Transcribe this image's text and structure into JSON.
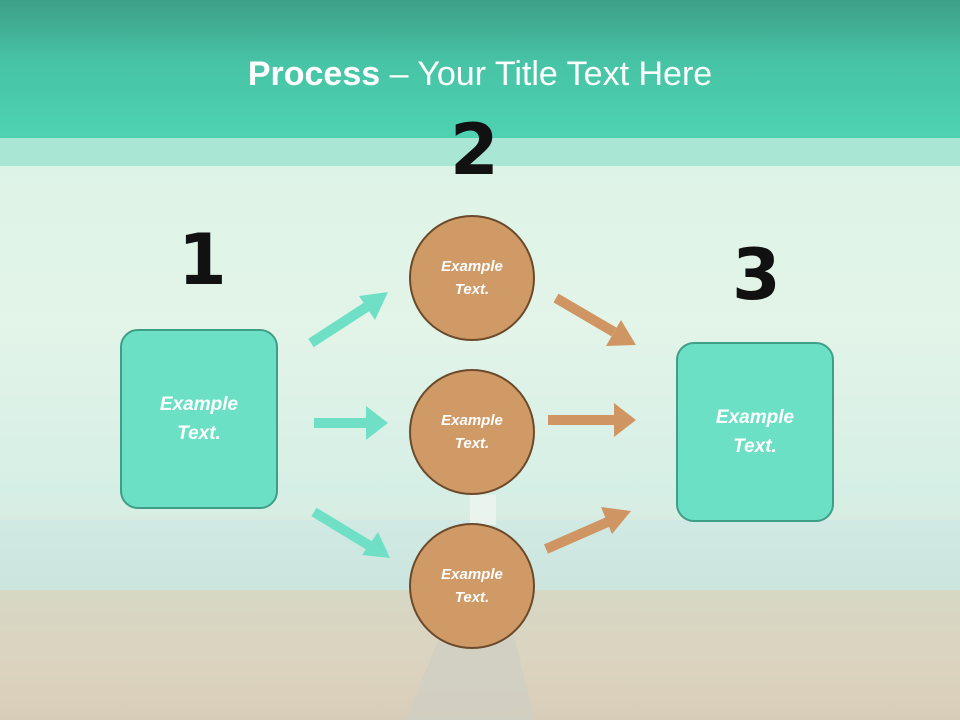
{
  "header": {
    "title_bold": "Process",
    "title_rest": " – Your Title Text Here"
  },
  "steps": {
    "step1": "1",
    "step2": "2",
    "step3": "3"
  },
  "nodes": {
    "left_box": "Example\nText.",
    "right_box": "Example\nText.",
    "circle_top": "Example\nText.",
    "circle_middle": "Example\nText.",
    "circle_bottom": "Example\nText."
  },
  "colors": {
    "header": "#47c3a5",
    "box_fill": "#6be0c5",
    "circle_fill": "#d09a67",
    "teal_arrow": "#6fe0c6",
    "brown_arrow": "#cf9563"
  }
}
